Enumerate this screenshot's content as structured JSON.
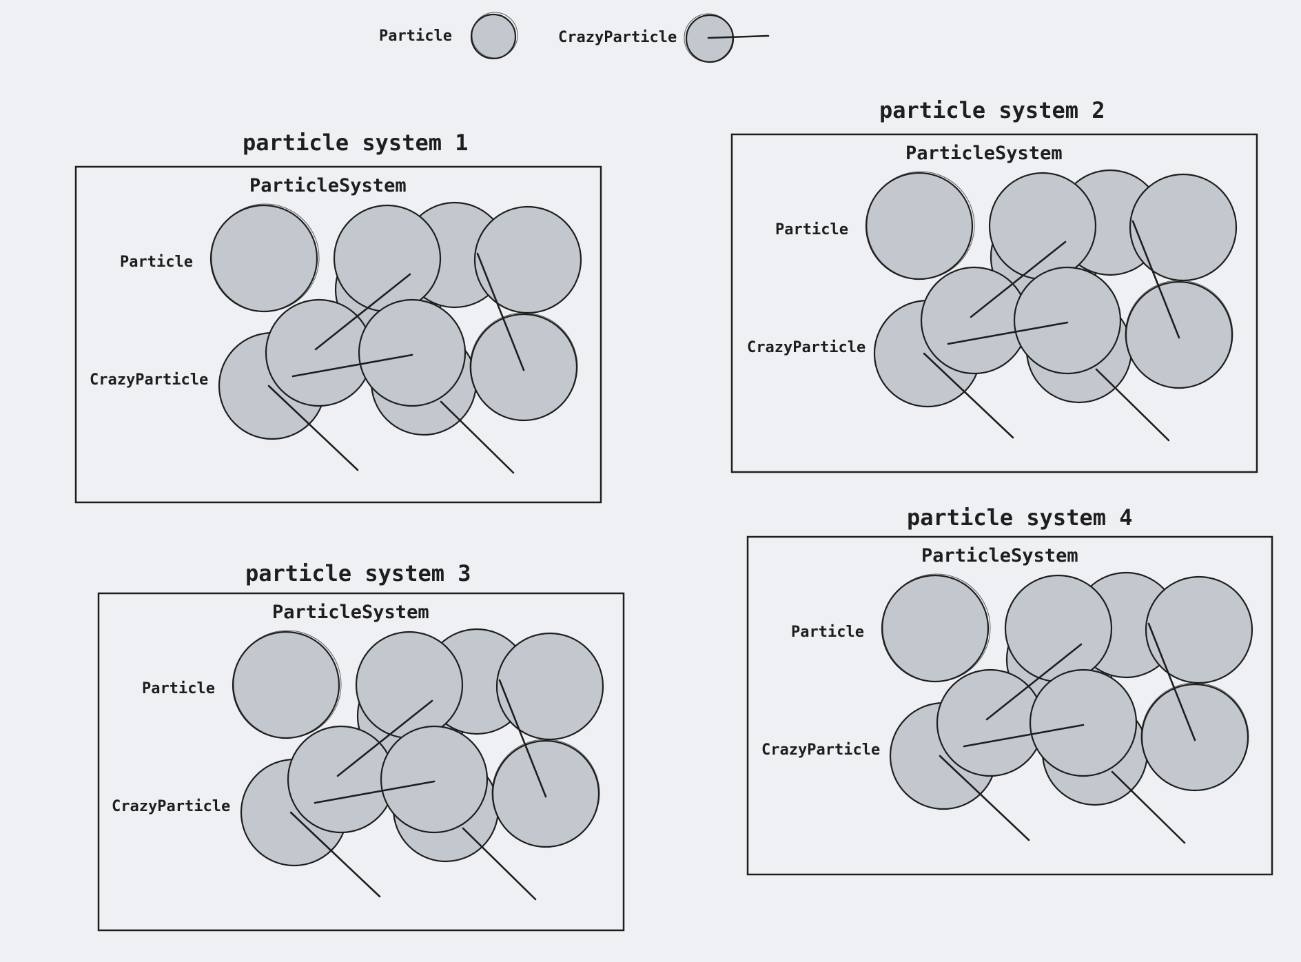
{
  "legend": {
    "particle_label": "Particle",
    "crazy_particle_label": "CrazyParticle"
  },
  "systems": [
    {
      "title": "particle system 1",
      "box_label": "ParticleSystem",
      "row1_label": "Particle",
      "row2_label": "CrazyParticle"
    },
    {
      "title": "particle system 2",
      "box_label": "ParticleSystem",
      "row1_label": "Particle",
      "row2_label": "CrazyParticle"
    },
    {
      "title": "particle system 3",
      "box_label": "ParticleSystem",
      "row1_label": "Particle",
      "row2_label": "CrazyParticle"
    },
    {
      "title": "particle system 4",
      "box_label": "ParticleSystem",
      "row1_label": "Particle",
      "row2_label": "CrazyParticle"
    }
  ],
  "colors": {
    "background": "#eff0f3",
    "particle_fill": "#c3c8cf",
    "stroke": "#1e1e1e"
  },
  "icons": [
    "particle-icon",
    "crazy-particle-icon"
  ]
}
